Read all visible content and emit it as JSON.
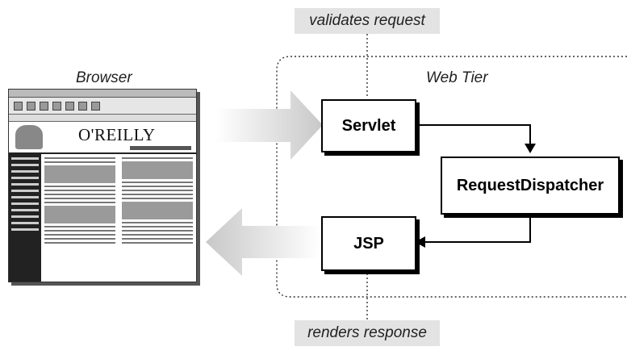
{
  "labels": {
    "validates_request": "validates request",
    "renders_response": "renders response",
    "browser": "Browser",
    "web_tier": "Web Tier"
  },
  "nodes": {
    "servlet": "Servlet",
    "request_dispatcher": "RequestDispatcher",
    "jsp": "JSP"
  },
  "browser_screen": {
    "logo_text": "O'REILLY"
  },
  "colors": {
    "label_background": "#e3e3e3",
    "arrow_fill": "#d3d3d3",
    "box_border": "#000000"
  }
}
